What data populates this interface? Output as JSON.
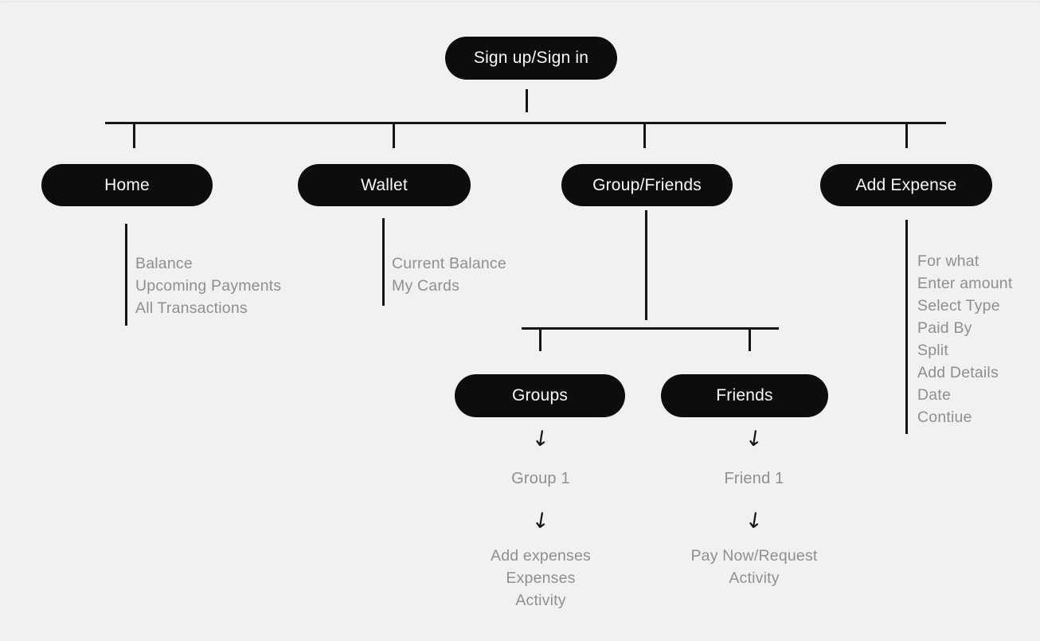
{
  "colors": {
    "background": "#f1f1f2",
    "node_fill": "#0d0d0d",
    "node_text": "#fafafa",
    "line": "#161616",
    "muted_text": "#8f8f8f"
  },
  "diagram": {
    "root": {
      "label": "Sign up/Sign in"
    },
    "branches": [
      {
        "label": "Home",
        "items": [
          "Balance",
          "Upcoming Payments",
          "All Transactions"
        ]
      },
      {
        "label": "Wallet",
        "items": [
          "Current Balance",
          "My Cards"
        ]
      },
      {
        "label": "Group/Friends",
        "items": []
      },
      {
        "label": "Add Expense",
        "items": [
          "For what",
          "Enter amount",
          "Select Type",
          "Paid By",
          "Split",
          "Add Details",
          "Date",
          "Contiue"
        ]
      }
    ],
    "subnodes": [
      {
        "label": "Groups",
        "entity": "Group 1",
        "actions": [
          "Add expenses",
          "Expenses",
          "Activity"
        ]
      },
      {
        "label": "Friends",
        "entity": "Friend 1",
        "actions": [
          "Pay Now/Request",
          "Activity"
        ]
      }
    ],
    "arrow_icon": "↓"
  }
}
